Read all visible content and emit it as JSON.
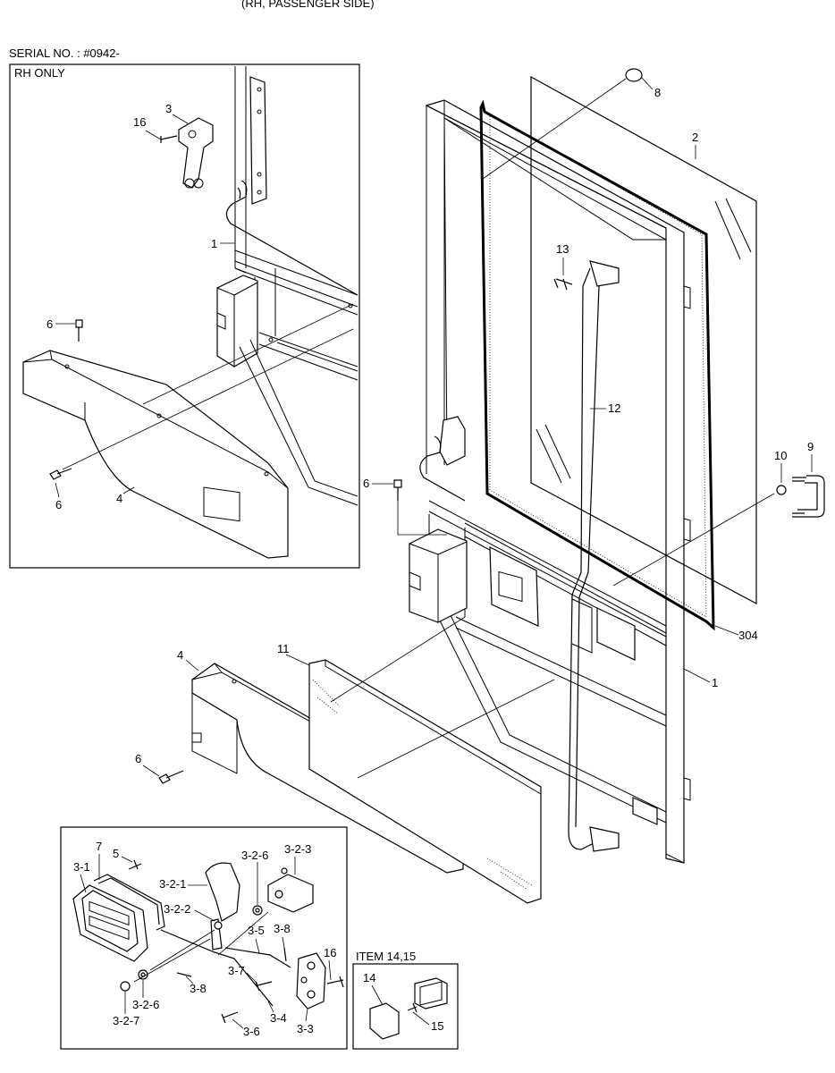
{
  "header": {
    "top_title": "(RH, PASSENGER SIDE)",
    "serial": "SERIAL NO. : #0942-",
    "inset_note": "RH ONLY",
    "item_inset_title": "ITEM 14,15"
  },
  "callouts": {
    "c3": "3",
    "c16a": "16",
    "c1a": "1",
    "c6a": "6",
    "c6b": "6",
    "c4a": "4",
    "c8": "8",
    "c2": "2",
    "c13": "13",
    "c12": "12",
    "c10": "10",
    "c9": "9",
    "c6c": "6",
    "c304": "304",
    "c1b": "1",
    "c4b": "4",
    "c11": "11",
    "c6d": "6",
    "c7": "7",
    "c5": "5",
    "c3_1": "3-1",
    "c3_2_1": "3-2-1",
    "c3_2_6a": "3-2-6",
    "c3_2_3": "3-2-3",
    "c3_2_2": "3-2-2",
    "c3_5": "3-5",
    "c3_8a": "3-8",
    "c16b": "16",
    "c3_7": "3-7",
    "c3_8b": "3-8",
    "c3_2_6b": "3-2-6",
    "c3_2_7": "3-2-7",
    "c3_4": "3-4",
    "c3_3": "3-3",
    "c3_6": "3-6",
    "c14": "14",
    "c15": "15"
  }
}
